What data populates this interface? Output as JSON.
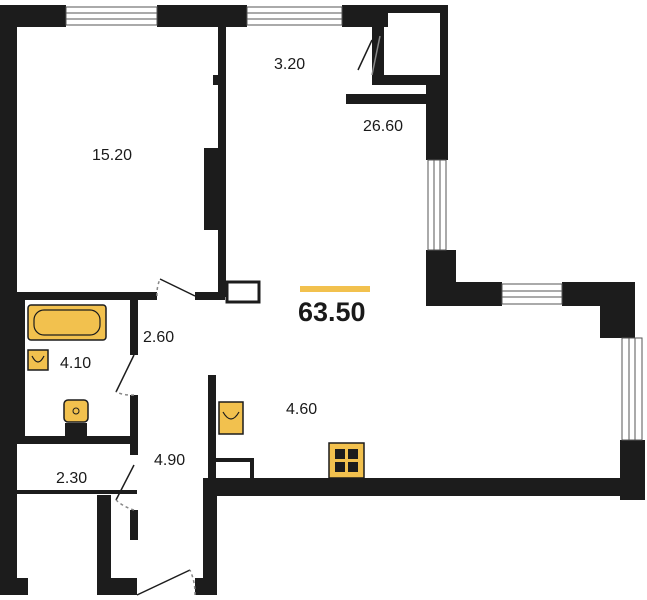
{
  "plan": {
    "total_area": "63.50",
    "accent_color": "#f2c14e",
    "wall_color": "#1c1c1c",
    "rooms": {
      "bedroom": "15.20",
      "balcony": "3.20",
      "living": "26.60",
      "bathroom": "4.10",
      "corridor": "2.60",
      "kitchen": "4.60",
      "hall": "4.90",
      "storage": "2.30"
    },
    "fixtures": [
      "bathtub-icon",
      "sink-icon",
      "toilet-icon",
      "stove-icon"
    ]
  }
}
